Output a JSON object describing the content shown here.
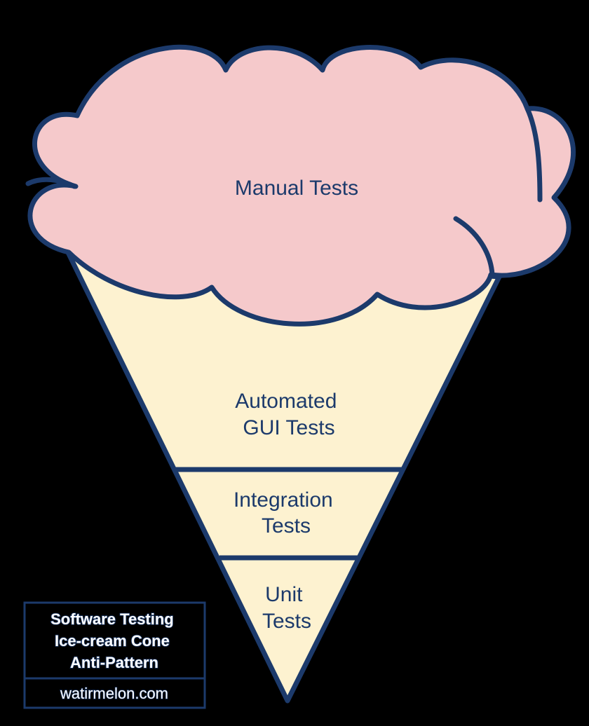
{
  "diagram": {
    "layers": [
      {
        "id": "manual",
        "lines": [
          "Manual Tests"
        ]
      },
      {
        "id": "gui",
        "lines": [
          "Automated",
          "GUI Tests"
        ]
      },
      {
        "id": "integration",
        "lines": [
          "Integration",
          "Tests"
        ]
      },
      {
        "id": "unit",
        "lines": [
          "Unit",
          "Tests"
        ]
      }
    ],
    "caption": {
      "title_lines": [
        "Software Testing",
        "Ice-cream Cone",
        "Anti-Pattern"
      ],
      "site": "watirmelon.com"
    },
    "colors": {
      "outline": "#1c3a6b",
      "cone_fill": "#fdf2d0",
      "cloud_fill": "#f5c9cb",
      "background": "#000000",
      "caption_text": "#ffffff"
    }
  }
}
